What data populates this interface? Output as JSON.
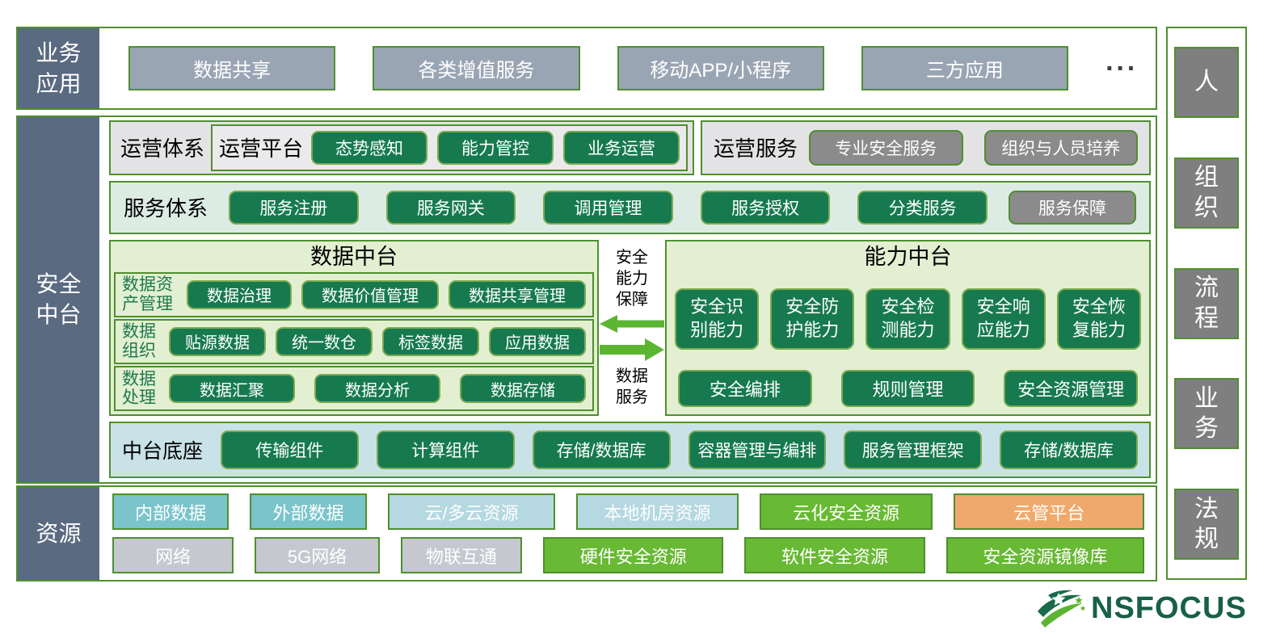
{
  "colors": {
    "brand_dark_green": "#177a4f",
    "bright_green": "#68b933",
    "border_green": "#4f8f2f",
    "slate_blue": "#5a6a80",
    "orange": "#f0a96d",
    "teal": "#7bc4cb",
    "light_blue": "#b5d8e1",
    "gray_box": "#9aa5b4"
  },
  "top_band": {
    "label": "业务应用",
    "apps": [
      "数据共享",
      "各类增值服务",
      "移动APP/小程序",
      "三方应用"
    ],
    "more": "···"
  },
  "middle_band": {
    "label": "安全中台",
    "ops": {
      "group_label": "运营体系",
      "platform_label": "运营平台",
      "platform_items": [
        "态势感知",
        "能力管控",
        "业务运营"
      ],
      "service_label": "运营服务",
      "service_items": [
        "专业安全服务",
        "组织与人员培养"
      ]
    },
    "service": {
      "label": "服务体系",
      "items": [
        "服务注册",
        "服务网关",
        "调用管理",
        "服务授权",
        "分类服务"
      ],
      "gray_item": "服务保障"
    },
    "data_platform": {
      "title": "数据中台",
      "rows": [
        {
          "label": "数据资产管理",
          "items": [
            "数据治理",
            "数据价值管理",
            "数据共享管理"
          ]
        },
        {
          "label": "数据组织",
          "items": [
            "贴源数据",
            "统一数仓",
            "标签数据",
            "应用数据"
          ]
        },
        {
          "label": "数据处理",
          "items": [
            "数据汇聚",
            "数据分析",
            "数据存储"
          ]
        }
      ]
    },
    "connector": {
      "top_label": "安全能力保障",
      "bottom_label": "数据服务"
    },
    "capability_platform": {
      "title": "能力中台",
      "row1": [
        "安全识别能力",
        "安全防护能力",
        "安全检测能力",
        "安全响应能力",
        "安全恢复能力"
      ],
      "row2": [
        "安全编排",
        "规则管理",
        "安全资源管理"
      ]
    },
    "base": {
      "label": "中台底座",
      "items": [
        "传输组件",
        "计算组件",
        "存储/数据库",
        "容器管理与编排",
        "服务管理框架",
        "存储/数据库"
      ]
    }
  },
  "bottom_band": {
    "label": "资源",
    "row1": [
      {
        "label": "内部数据",
        "style": "teal",
        "grow": 1
      },
      {
        "label": "外部数据",
        "style": "teal",
        "grow": 1
      },
      {
        "label": "云/多云资源",
        "style": "lightblue",
        "grow": 1.45
      },
      {
        "label": "本地机房资源",
        "style": "lightblue",
        "grow": 1.4
      },
      {
        "label": "云化安全资源",
        "style": "green",
        "grow": 1.5
      },
      {
        "label": "云管平台",
        "style": "orange",
        "grow": 1.65
      }
    ],
    "row2": [
      {
        "label": "网络",
        "style": "gray",
        "grow": 1
      },
      {
        "label": "5G网络",
        "style": "gray",
        "grow": 1.03
      },
      {
        "label": "物联互通",
        "style": "gray",
        "grow": 1
      },
      {
        "label": "硬件安全资源",
        "style": "green",
        "grow": 1.5
      },
      {
        "label": "软件安全资源",
        "style": "green",
        "grow": 1.5
      },
      {
        "label": "安全资源镜像库",
        "style": "green",
        "grow": 1.65
      }
    ]
  },
  "right_column": {
    "items": [
      "人",
      "组织",
      "流程",
      "业务",
      "法规"
    ]
  },
  "logo": {
    "text": "NSFOCUS"
  }
}
